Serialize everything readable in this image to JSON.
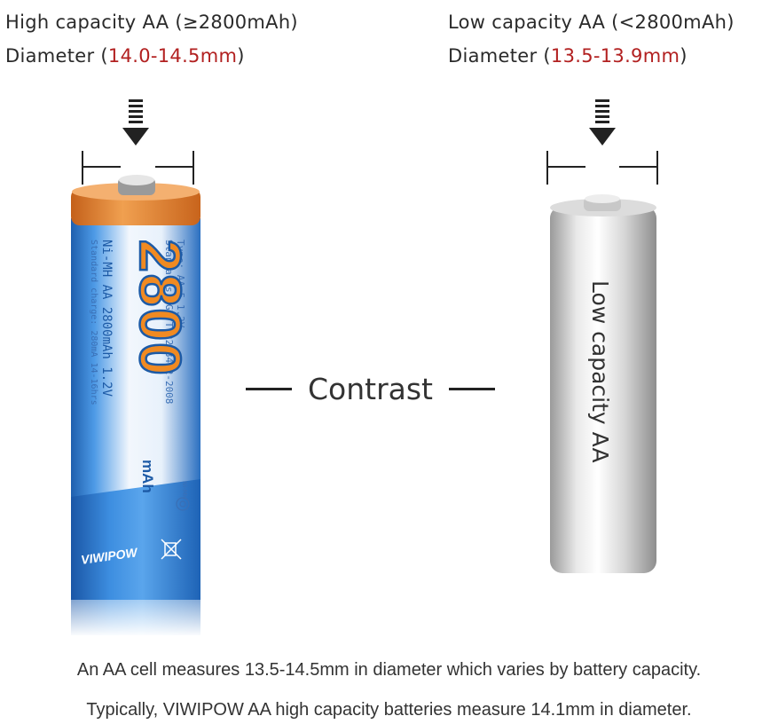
{
  "left_heading": {
    "line1": "High capacity AA (≥2800mAh)",
    "line2_prefix": "Diameter (",
    "line2_value": "14.0-14.5mm",
    "line2_suffix": ")"
  },
  "right_heading": {
    "line1": "Low capacity AA (<2800mAh)",
    "line2_prefix": "Diameter (",
    "line2_value": "13.5-13.9mm",
    "line2_suffix": ")"
  },
  "contrast_label": "Contrast",
  "high_battery": {
    "big_number": "2800",
    "unit": "mAh",
    "type_line": "Type: AA 5 1.2V",
    "standards_line": "Standards: GB/T 22084.2-2008",
    "chem_line": "Ni-MH AA 2800mAh 1.2V",
    "charge_line": "Standard charge: 280mA 14-16hrs",
    "chem_badge": "Ni-MH",
    "brand": "VIWIPOW"
  },
  "low_battery": {
    "label": "Low capacity AA"
  },
  "captions": {
    "line1": "An AA cell measures 13.5-14.5mm in diameter which varies by battery capacity.",
    "line2": "Typically, VIWIPOW AA high capacity batteries measure 14.1mm in diameter."
  },
  "colors": {
    "accent_red": "#b22020",
    "battery_blue": "#2f7fd0",
    "battery_orange": "#e07a1f"
  }
}
